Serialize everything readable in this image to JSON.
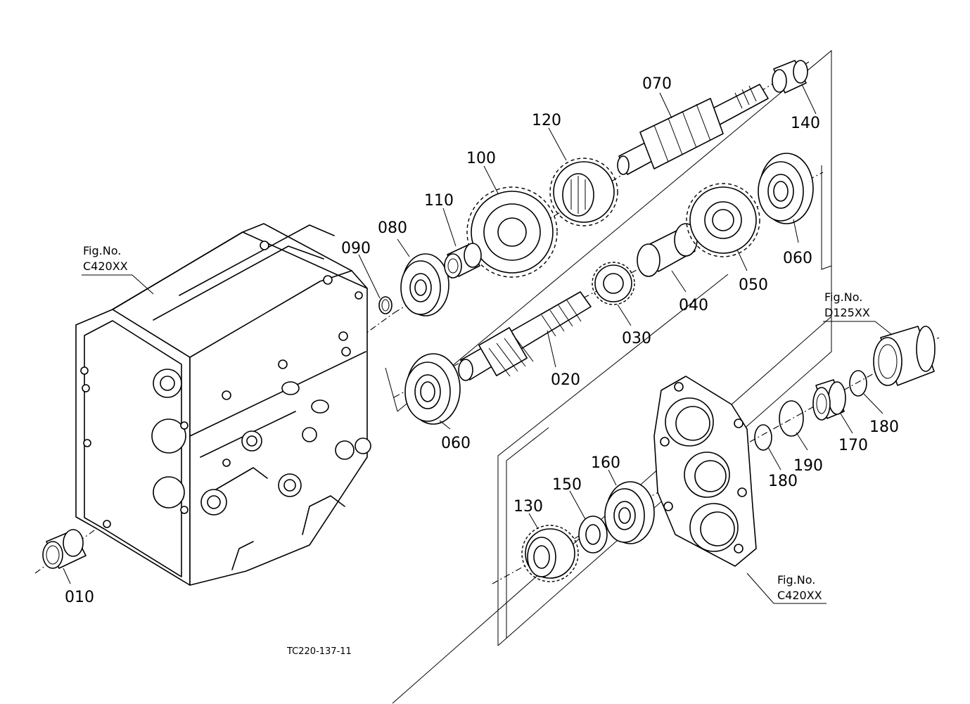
{
  "drawing_code": "TC220-137-11",
  "figure_refs": [
    {
      "title": "Fig.No.",
      "code": "C420XX"
    },
    {
      "title": "Fig.No.",
      "code": "D125XX"
    },
    {
      "title": "Fig.No.",
      "code": "C420XX"
    }
  ],
  "parts": [
    {
      "number": "010"
    },
    {
      "number": "020"
    },
    {
      "number": "030"
    },
    {
      "number": "040"
    },
    {
      "number": "050"
    },
    {
      "number": "060"
    },
    {
      "number": "060"
    },
    {
      "number": "070"
    },
    {
      "number": "080"
    },
    {
      "number": "090"
    },
    {
      "number": "100"
    },
    {
      "number": "110"
    },
    {
      "number": "120"
    },
    {
      "number": "130"
    },
    {
      "number": "140"
    },
    {
      "number": "150"
    },
    {
      "number": "160"
    },
    {
      "number": "170"
    },
    {
      "number": "180"
    },
    {
      "number": "180"
    },
    {
      "number": "190"
    }
  ]
}
